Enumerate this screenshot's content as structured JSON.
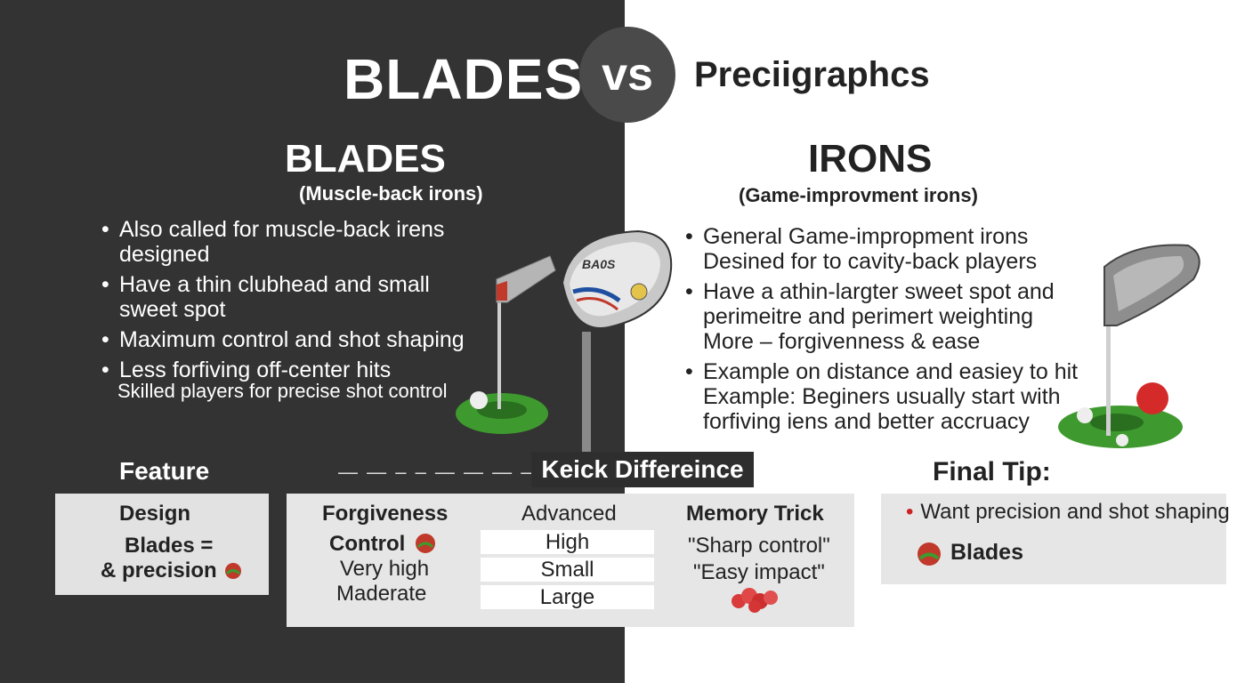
{
  "header": {
    "left_title": "BLADES",
    "vs": "vs",
    "right_title": "Preciigraphcs"
  },
  "blades": {
    "title": "BLADES",
    "subtitle": "(Muscle-back irons)",
    "bullets": [
      "Also called for muscle-back irens designed",
      "Have a thin clubhead and small sweet spot",
      "Maximum control and shot shaping",
      "Less forfiving off-center hits"
    ],
    "extra": "Skilled players for precise shot control",
    "club_label": "BA0S"
  },
  "irons": {
    "title": "IRONS",
    "subtitle": "(Game-improvment irons)",
    "bullets": [
      "General Game-impropment irons Desined for to cavity-back players",
      "Have a athin-largter sweet spot and perimeitre and perimert weighting More – forgivenness & ease",
      "Example on distance and easiey to hit Example: Beginers usually start with forfiving iens and better accruacy"
    ]
  },
  "comparison": {
    "feature_label": "Feature",
    "dashes": "— — – –   — — — — —",
    "quick_difference": "Keick Differeince",
    "design": {
      "title": "Design",
      "line1": "Blades =",
      "line2": "& precision"
    },
    "forgiveness": "Forgiveness",
    "control": "Control",
    "very_high": "Very high",
    "maderate": "Maderate",
    "advanced": "Advanced",
    "cells": [
      "High",
      "Small",
      "Large"
    ],
    "memory_trick": "Memory Trick",
    "sharp_control": "\"Sharp control\"",
    "easy_impact": "\"Easy impact\""
  },
  "final_tip": {
    "label": "Final Tip:",
    "bullet": "Want precision and shot shaping",
    "answer": "Blades"
  },
  "colors": {
    "left_bg": "#333333",
    "right_bg": "#ffffff",
    "accent_red": "#cc2222",
    "turf_green": "#3e9a2e",
    "panel_gray": "#e6e6e6"
  }
}
